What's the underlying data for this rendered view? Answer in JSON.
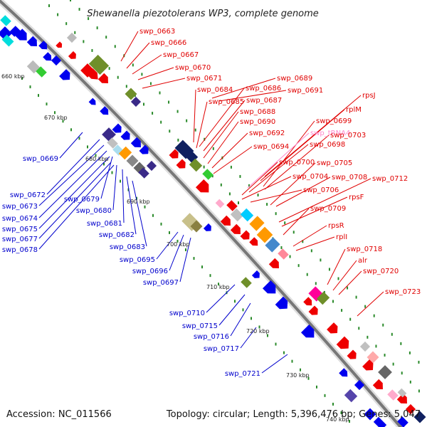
{
  "title": "Shewanella piezotolerans WP3, complete genome",
  "footer": {
    "accession": "Accession: NC_011566",
    "summary": "Topology: circular; Length: 5,396,476 bp; Genes: 5,047"
  },
  "colors": {
    "forward_label": "#e00000",
    "reverse_label": "#0000cc",
    "trna_label": "#ff88cc",
    "backbone": "#888888",
    "tick": "#2a8a2a"
  },
  "kbp_ticks": [
    "660 kbp",
    "670 kbp",
    "680 kbp",
    "690 kbp",
    "700 kbp",
    "710 kbp",
    "720 kbp",
    "730 kbp",
    "740 kbp"
  ],
  "forward_labels": [
    "swp_0663",
    "swp_0666",
    "swp_0667",
    "swp_0670",
    "swp_0671",
    "swp_0684",
    "swp_0686",
    "swp_0689",
    "swp_0691",
    "swp_0685",
    "swp_0687",
    "rpsJ",
    "swp_0688",
    "rplM",
    "swp_0690",
    "swp_0699",
    "swp_0692",
    "swp_tRNA4",
    "swp_0703",
    "swp_0694",
    "swp_0698",
    "swp_0700",
    "swp_0705",
    "swp_0704",
    "swp_0708",
    "swp_0712",
    "swp_0706",
    "rpsF",
    "swp_0709",
    "rpsR",
    "rplI",
    "swp_0718",
    "alr",
    "swp_0720",
    "swp_0723"
  ],
  "reverse_labels": [
    "swp_0669",
    "swp_0672",
    "swp_0673",
    "swp_0679",
    "swp_0674",
    "swp_0680",
    "swp_0675",
    "swp_0681",
    "swp_0677",
    "swp_0682",
    "swp_0678",
    "swp_0683",
    "swp_0695",
    "swp_0696",
    "swp_0697",
    "swp_0710",
    "swp_0715",
    "swp_0716",
    "swp_0717",
    "swp_0721"
  ]
}
